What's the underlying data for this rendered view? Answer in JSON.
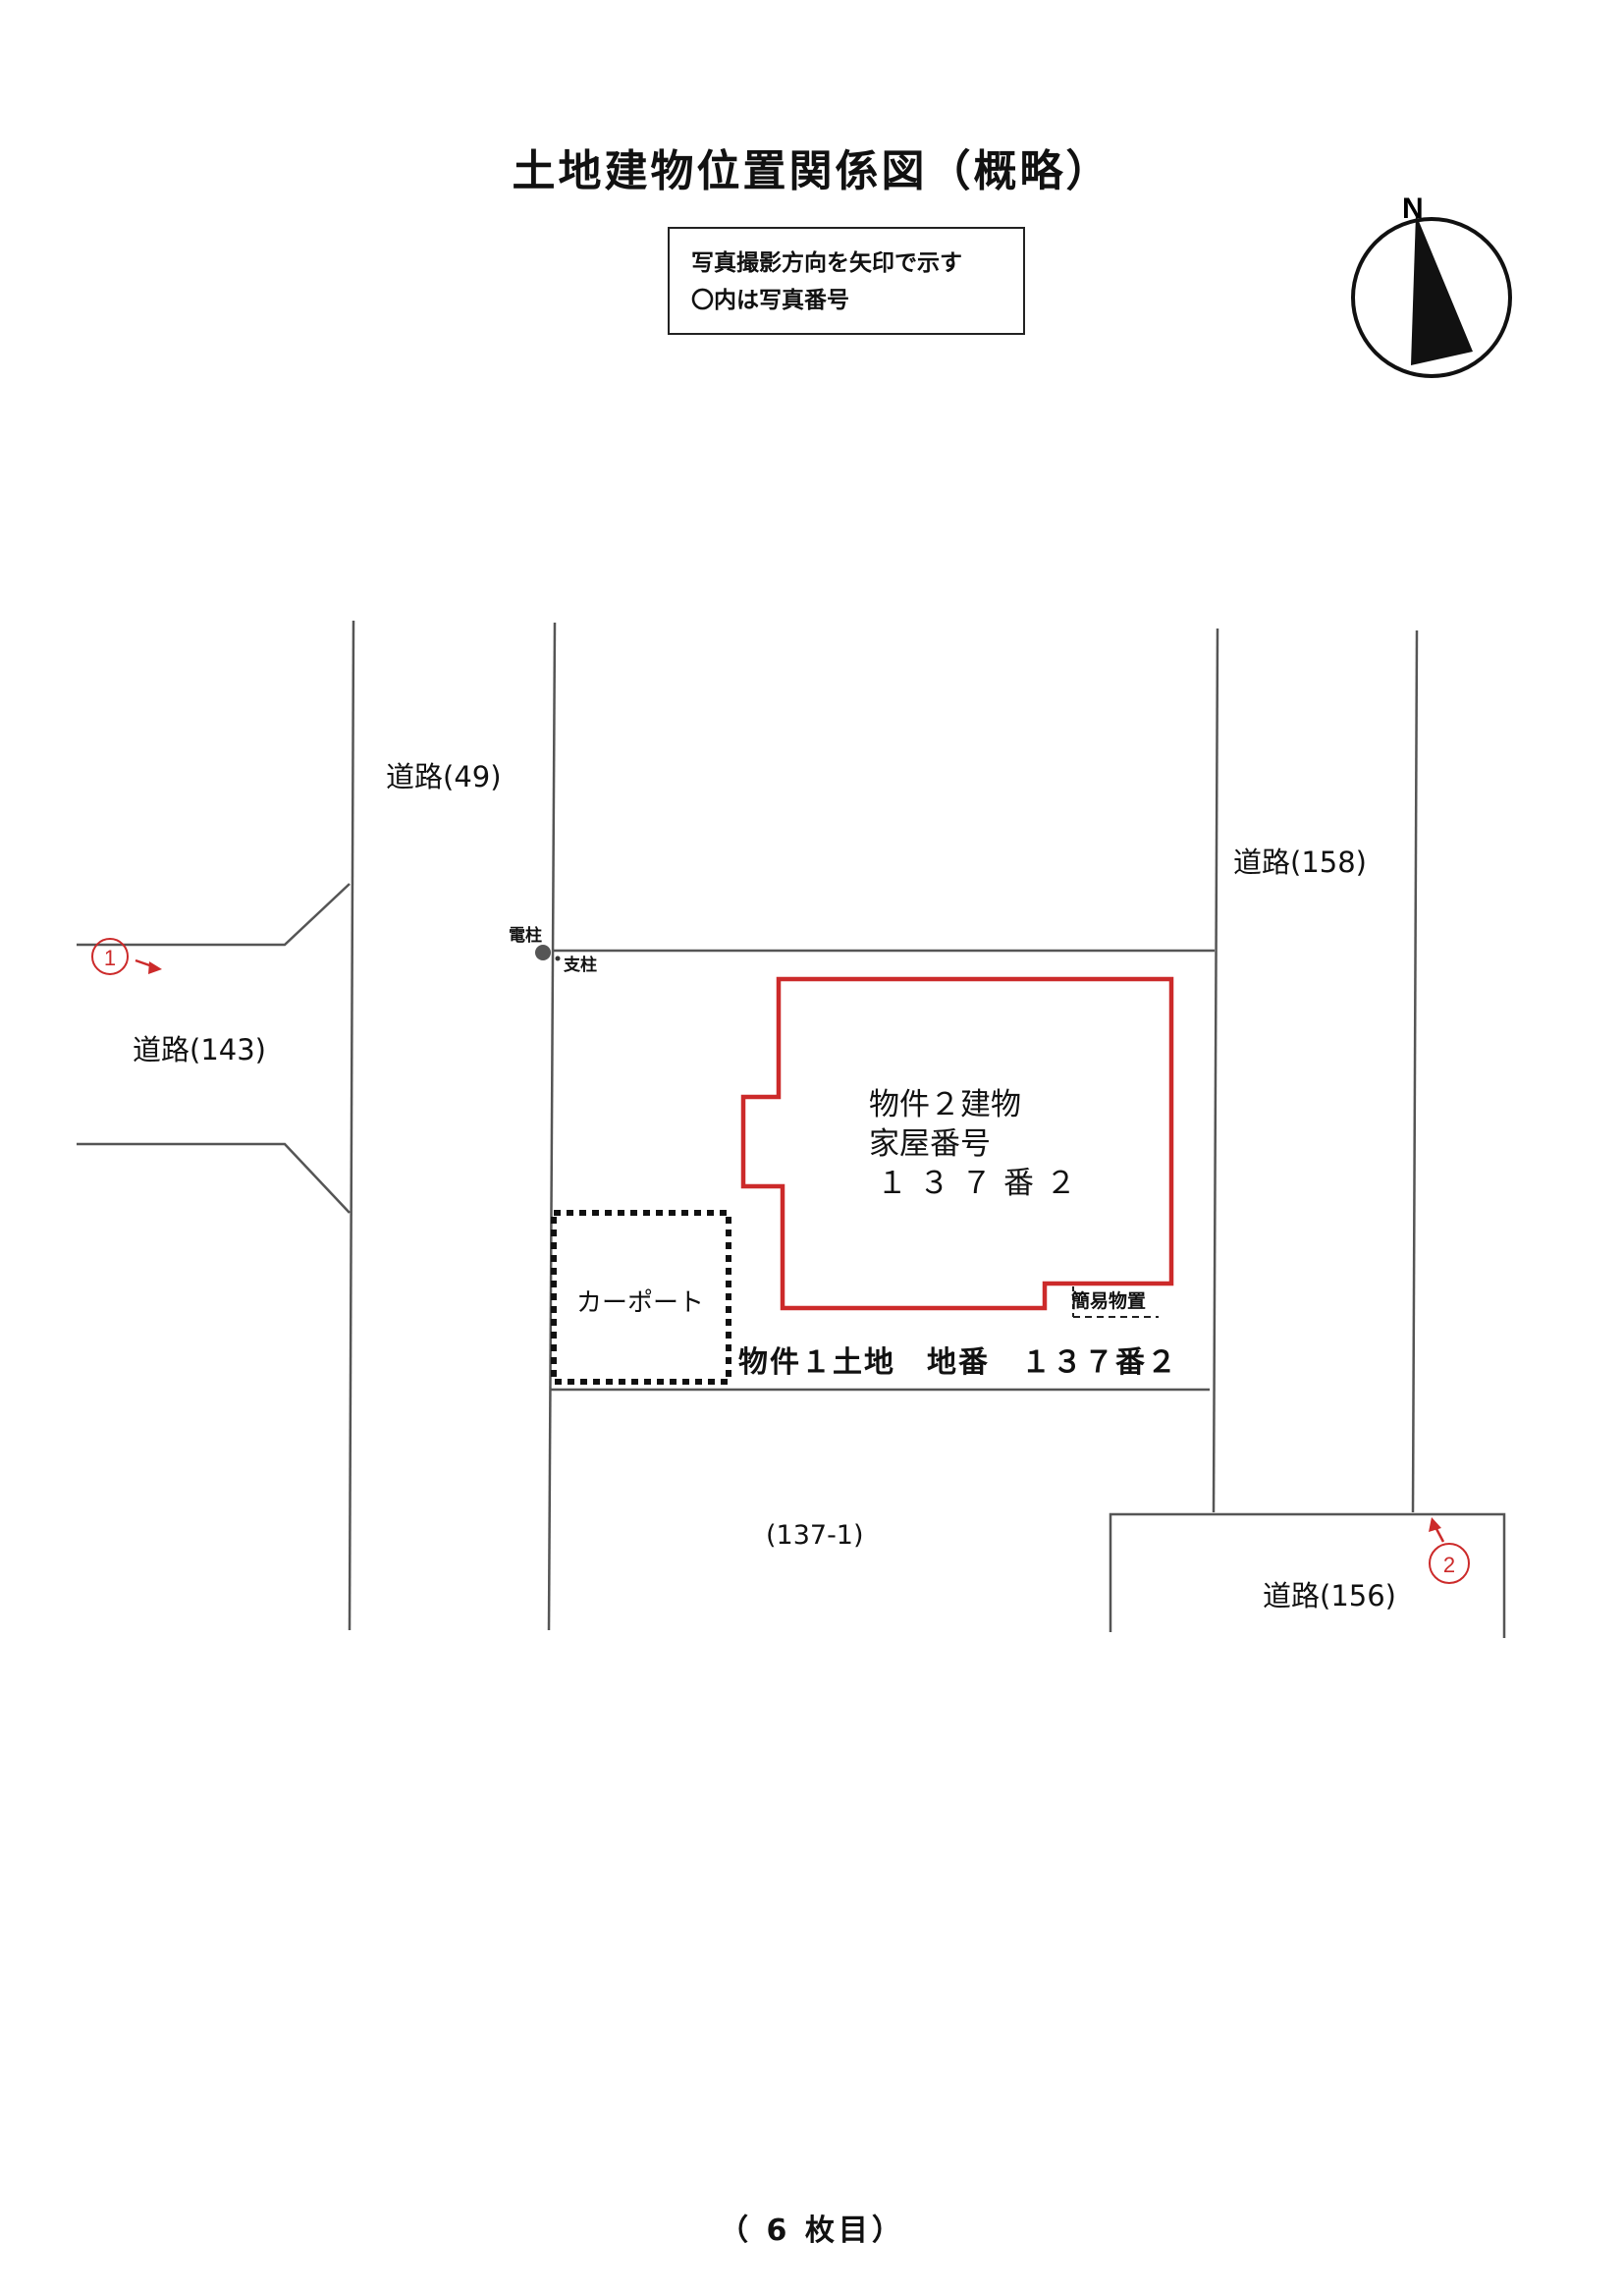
{
  "title": "土地建物位置関係図（概略）",
  "legend": {
    "line1": "写真撮影方向を矢印で示す",
    "line2": "〇内は写真番号"
  },
  "north": {
    "label": "N"
  },
  "roads": {
    "r49": "道路(49)",
    "r158": "道路(158)",
    "r143": "道路(143)",
    "r156": "道路(156)"
  },
  "pole": {
    "main": "電柱",
    "support": "支柱"
  },
  "building": {
    "line1": "物件２建物",
    "line2": "家屋番号",
    "line3": "１３７番２"
  },
  "carport": "カーポート",
  "shed": "簡易物置",
  "land": "物件１土地　地番　１３７番２",
  "neighbor": "(137-1)",
  "photos": [
    {
      "number": "1"
    },
    {
      "number": "2"
    }
  ],
  "colors": {
    "accent_red": "#cc2a2a",
    "line": "#555555"
  },
  "footer": "（ 6 枚目）"
}
